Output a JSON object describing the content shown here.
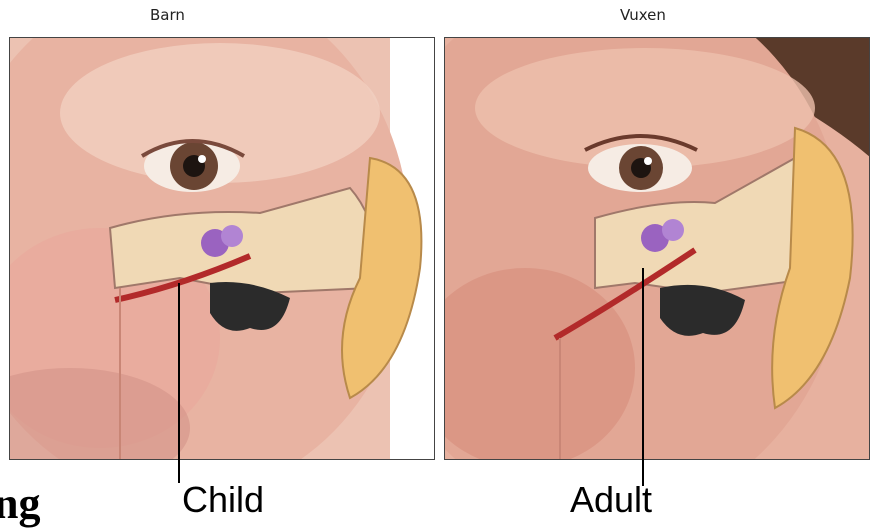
{
  "captions": {
    "left": "Barn",
    "right": "Vuxen"
  },
  "labels": {
    "child": "Child",
    "adult": "Adult"
  },
  "fragment": "ng",
  "colors": {
    "skin": "#e9b7a7",
    "skin_shadow": "#c98676",
    "bone": "#f0d9b5",
    "tube": "#b22a2a",
    "ossicles": "#9a63c0",
    "canal": "#2b2b2b",
    "hair": "#5a3a2a",
    "ear": "#f0c070"
  },
  "icons": {
    "panel_left": "child-face-cross-section",
    "panel_right": "adult-face-cross-section"
  }
}
